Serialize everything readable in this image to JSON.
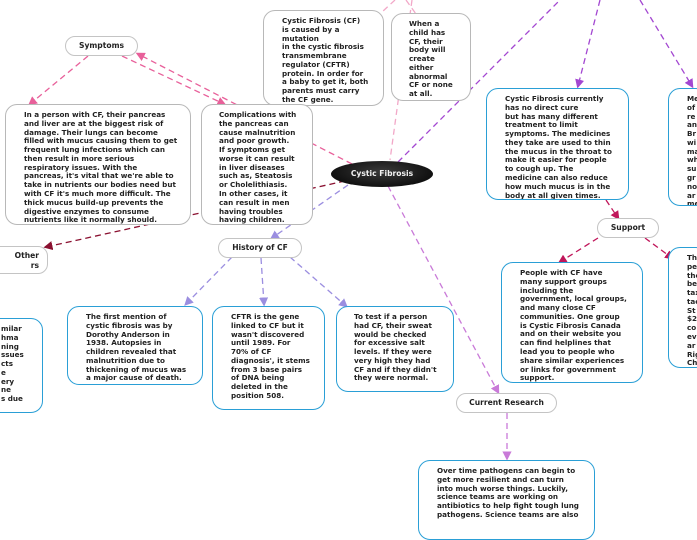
{
  "central": "Cystic Fibrosis",
  "topics": {
    "symptoms": "Symptoms",
    "history": "History of CF",
    "support": "Support",
    "research": "Current Research",
    "other": "Other\nrs"
  },
  "notes": {
    "cause": "Cystic Fibrosis (CF)\nis caused by a\nmutation\nin the cystic fibrosis\ntransmembrane\nregulator (CFTR)\nprotein.  In order for\na baby to get it, both\nparents must carry\nthe CF gene.",
    "child": "When a\nchild has\nCF, their\nbody will\ncreate\neither\nabnormal\nCF or none\nat all.",
    "pancreas": "In a person with CF, their pancreas\nand liver are at the biggest risk of\ndamage.  Their lungs can become\nfilled with mucus causing them to get\nfrequent lung infections which can\nthen result in more serious\nrespiratory issues.  With the\npancreas, it's vital that we're able to\ntake in nutrients our bodies need but\nwith CF it's much more difficult.  The\nthick mucus build-up prevents the\ndigestive enzymes to consume\nnutrients like it normally should.",
    "complications": "Complications with\nthe pancreas can\ncause malnutrition\nand poor growth.\nIf symptoms get\nworse it can result\nin liver diseases\nsuch as, Steatosis\nor Cholelithiasis.\nIn other cases, it\ncan result in men\nhaving troubles\nhaving children.",
    "cure": "Cystic Fibrosis currently\nhas no direct cure\nbut has many different\ntreatment to limit\nsymptoms.  The medicines\nthey take are used to thin\nthe mucus in the throat to\nmake it easier for people\nto cough up.  The\nmedicine can also reduce\nhow much mucus is in the\nbody at all given times.",
    "right_partial": "Me\nof\nre\nan\nBr\nwi\nma\nwh\nsu\ngr\nno\nar\nme",
    "first_mention": "The first mention of\ncystic fibrosis was by\nDorothy Anderson in\n1938.  Autopsies in\nchildren revealed that\nmalnutrition due to\nthickening of mucus was\na major cause of death.",
    "cftr_gene": "CFTR is the gene\nlinked to CF but it\nwasn't discovered\nuntil 1989.  For\n70% of CF\ndiagnosis', it stems\nfrom 3 base pairs\nof DNA being\ndeleted in the\nposition 508.",
    "sweat": "To test if a person\nhad CF, their sweat\nwould be checked\nfor excessive salt\nlevels.  If they were\nvery high they had\nCF and if they didn't\nthey were normal.",
    "support_groups": "People with CF have\nmany support groups\nincluding the\ngovernment, local groups,\nand many close CF\ncommunities.  One group\nis Cystic Fibrosis Canada\nand on their website you\ncan find helplines that\nlead you to people who\nshare similar experiences\nor links for government\nsupport.",
    "right_partial_2": "Th\npe\nthe\nbe\ntax\ntac\nSt\n$2\nco\nev\nar\nRig\nCh",
    "left_partial": "milar\nhma\nning\nssues\ncts\ne\nery\nne\ns due",
    "research_text": "Over time pathogens can begin to\nget more resilient and can turn\ninto much worse things.  Luckily,\nscience teams are working on\nantibiotics to help fight tough lung\npathogens.  Science teams are also"
  },
  "colors": {
    "pink": "#e8609a",
    "crimson": "#c0165a",
    "maroon": "#8a1030",
    "purple": "#a347d1",
    "lavender": "#9b8ee0",
    "orchid": "#c97ad8",
    "blue_border": "#2a9fd6"
  }
}
